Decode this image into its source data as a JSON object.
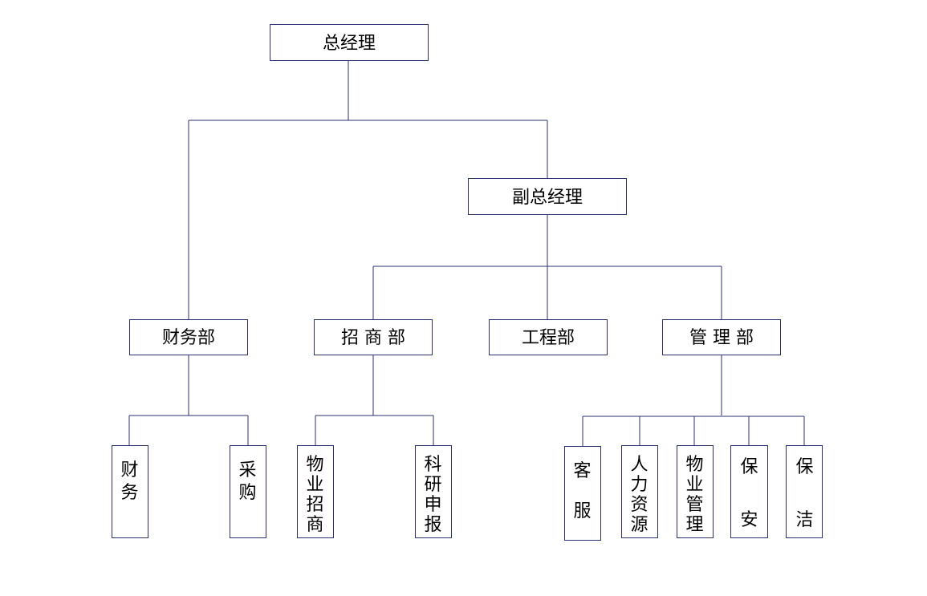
{
  "colors": {
    "line": "#2a2f6e",
    "box_fill": "#ffffff",
    "text": "#000000"
  },
  "nodes": {
    "general_manager": "总经理",
    "deputy_general_manager": "副总经理",
    "finance_dept": "财务部",
    "investment_dept": "招 商 部",
    "engineering_dept": "工程部",
    "management_dept": "管 理 部",
    "finance": "财务",
    "purchasing": "采购",
    "property_investment": "物业招商",
    "research_reporting": "科研申报",
    "customer_service": "客服",
    "human_resources": "人力资源",
    "property_management": "物业管理",
    "security": "保安",
    "cleaning": "保洁"
  }
}
